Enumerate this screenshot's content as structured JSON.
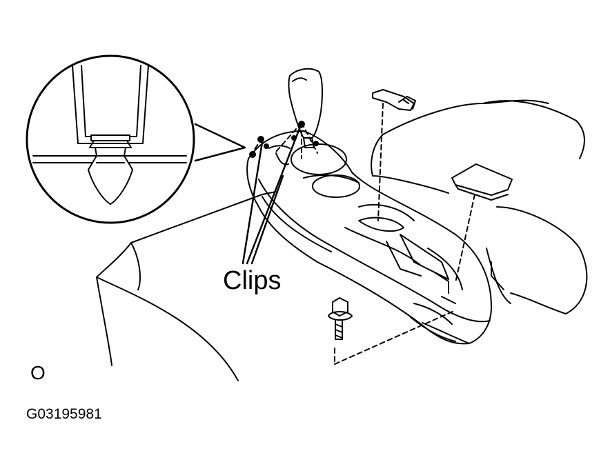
{
  "labels": {
    "clips": "Clips",
    "view_mark": "O",
    "figure_code": "G03195981"
  },
  "colors": {
    "line": "#000000",
    "background": "#ffffff"
  }
}
